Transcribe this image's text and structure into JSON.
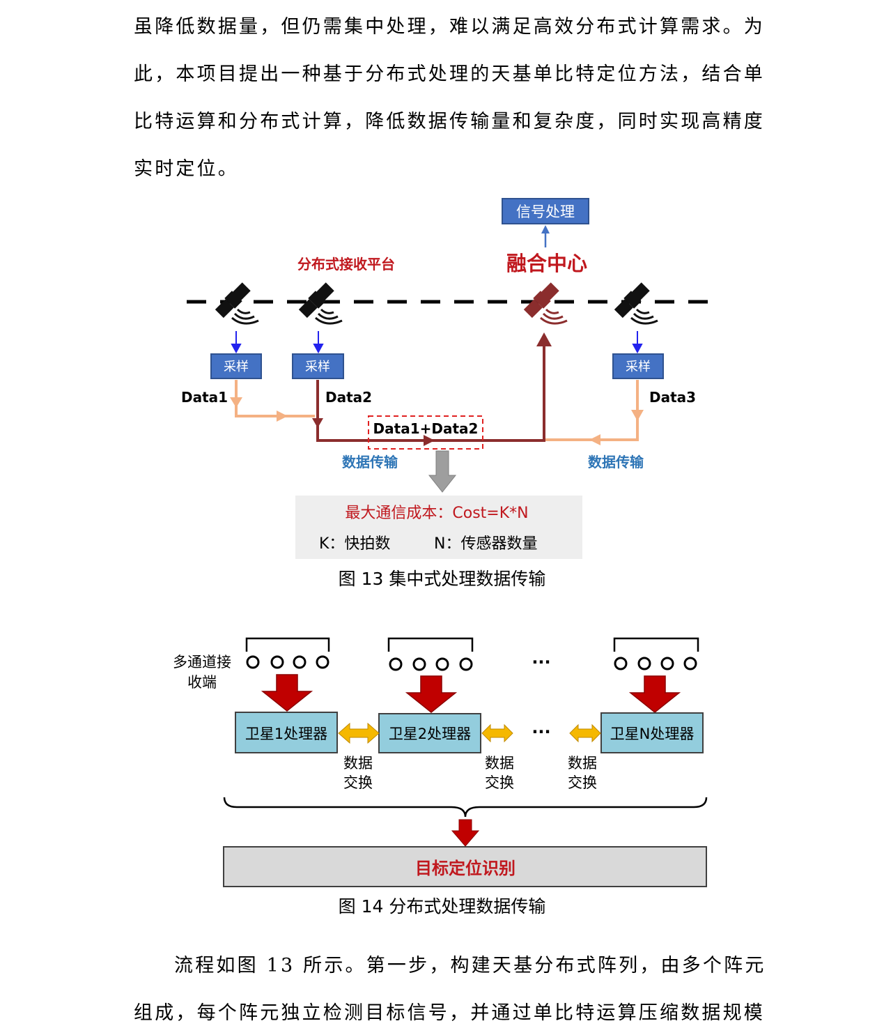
{
  "paragraph_top": {
    "lines": [
      "虽降低数据量，但仍需集中处理，难以满足高效分布式计算需求。为",
      "此，本项目提出一种基于分布式处理的天基单比特定位方法，结合单",
      "比特运算和分布式计算，降低数据传输量和复杂度，同时实现高精度",
      "实时定位。"
    ]
  },
  "figure13": {
    "signal_processing": "信号处理",
    "platform_label": "分布式接收平台",
    "fusion_center": "融合中心",
    "sample_label": "采样",
    "data1": "Data1",
    "data2": "Data2",
    "data3": "Data3",
    "data_sum": "Data1+Data2",
    "transfer_label": "数据传输",
    "cost_line": "最大通信成本：Cost=K*N",
    "k_line": "K：快拍数",
    "n_line": "N：传感器数量",
    "caption": "图 13 集中式处理数据传输"
  },
  "figure14": {
    "receiver_label_1": "多通道接",
    "receiver_label_2": "收端",
    "ellipsis": "···",
    "processors": [
      "卫星1处理器",
      "卫星2处理器",
      "卫星N处理器"
    ],
    "exchange_1": "数据",
    "exchange_2": "交换",
    "target_label": "目标定位识别",
    "caption": "图 14 分布式处理数据传输"
  },
  "paragraph_bottom": {
    "lines": [
      "流程如图 13 所示。第一步，构建天基分布式阵列，由多个阵元",
      "组成，每个阵元独立检测目标信号，并通过单比特运算压缩数据规模"
    ]
  },
  "colors": {
    "dark_red": "#8b2d2d",
    "red_title": "#c0181e",
    "blue_text": "#2e75b6",
    "sample_box": "#4472c4",
    "peach": "#f4b183",
    "processor_box": "#93cddd",
    "exchange_arrow": "#f5b800"
  }
}
